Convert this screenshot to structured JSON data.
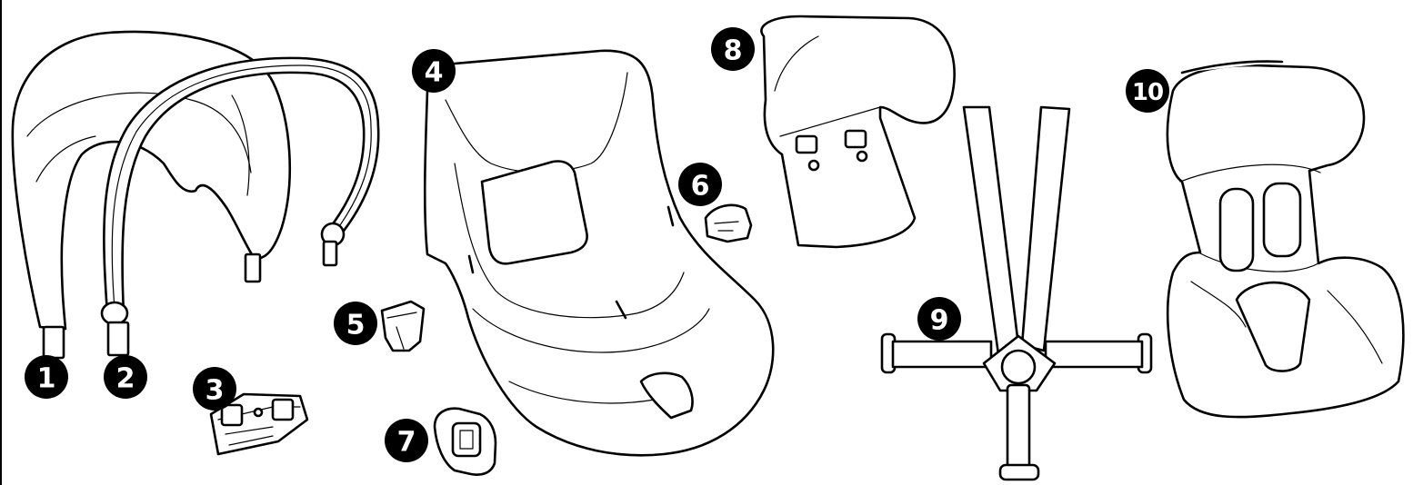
{
  "diagram": {
    "parts": [
      {
        "id": "part-1",
        "number": "1"
      },
      {
        "id": "part-2",
        "number": "2"
      },
      {
        "id": "part-3",
        "number": "3"
      },
      {
        "id": "part-4",
        "number": "4"
      },
      {
        "id": "part-5",
        "number": "5"
      },
      {
        "id": "part-6",
        "number": "6"
      },
      {
        "id": "part-7",
        "number": "7"
      },
      {
        "id": "part-8",
        "number": "8"
      },
      {
        "id": "part-9",
        "number": "9"
      },
      {
        "id": "part-10",
        "number": "10"
      }
    ]
  }
}
